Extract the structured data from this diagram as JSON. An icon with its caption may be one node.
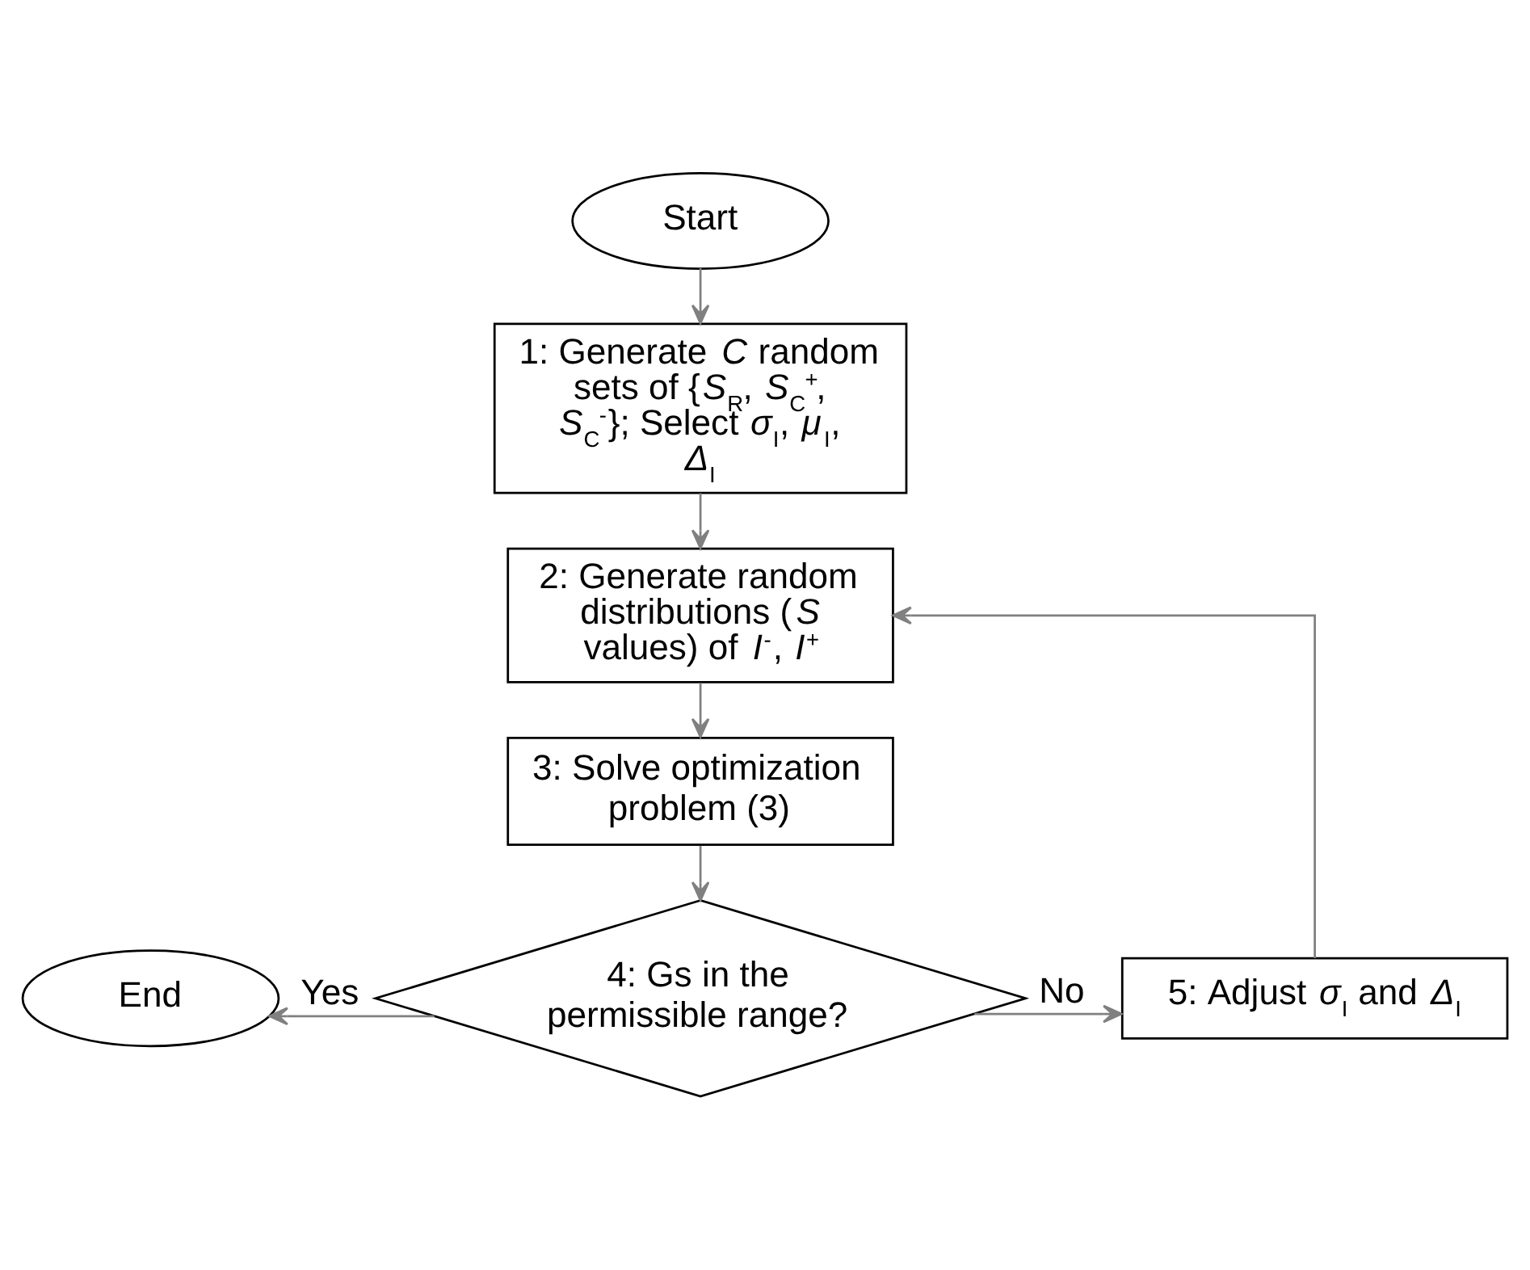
{
  "diagram": {
    "nodes": [
      {
        "text": [
          "Start"
        ]
      },
      {
        "text": [
          "1: Generate *C* random sets of {*S*$_{R}$, *S*$_{C}$$^{+}$, *S*$_{C}$$^{-}$}; Select *σ*$_{I}$, *μ*$_{I}$, *Δ*$_{I}$"
        ]
      },
      {
        "text": [
          "2: Generate random distributions (*S* values) of *I*$^{-}$, *I*$^{+}$"
        ]
      },
      {
        "text": [
          "3: Solve optimization problem (3)"
        ]
      },
      {
        "text": [
          "End"
        ]
      },
      {
        "text": [
          "4: Gs in the permissible range?"
        ]
      },
      {
        "text": [
          "5: Adjust *σ*$_{I}$ and *Δ*$_{I}$"
        ]
      }
    ],
    "edges": [
      {
        "from": 0,
        "to": 1,
        "arrow": "to"
      },
      {
        "from": 1,
        "to": 2,
        "arrow": "to"
      },
      {
        "from": 2,
        "to": 3,
        "arrow": "to"
      },
      {
        "from": 3,
        "to": 5,
        "arrow": "to"
      },
      {
        "from": 5,
        "to": 4,
        "arrow": "to",
        "label": "Yes"
      },
      {
        "from": 5,
        "to": 6,
        "arrow": "to",
        "label": "No"
      },
      {
        "from": 6,
        "to": 2,
        "arrow": "to"
      }
    ]
  }
}
